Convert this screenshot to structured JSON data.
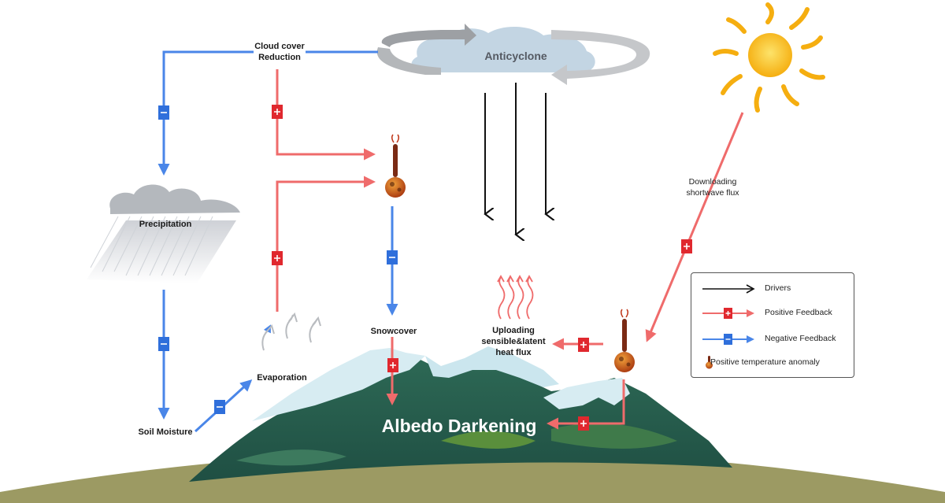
{
  "labels": {
    "cloud_cover_reduction": [
      "Cloud cover",
      "Reduction"
    ],
    "anticyclone": "Anticyclone",
    "precipitation": "Precipitation",
    "soil_moisture": "Soil Moisture",
    "evaporation": "Evaporation",
    "snowcover": "Snowcover",
    "uploading_flux": [
      "Uploading",
      "sensible&latent",
      "heat flux"
    ],
    "downloading_flux": [
      "Downloading",
      "shortwave flux"
    ],
    "albedo_darkening": "Albedo Darkening"
  },
  "legend": {
    "items": [
      {
        "symbol": "driver-arrow",
        "label": "Drivers"
      },
      {
        "symbol": "positive-feedback-arrow",
        "label": "Positive Feedback"
      },
      {
        "symbol": "negative-feedback-arrow",
        "label": "Negative Feedback"
      },
      {
        "symbol": "thermometer-icon",
        "label": "Positive temperature anomaly"
      }
    ]
  },
  "colors": {
    "positive": "#ef6b6b",
    "positive_box": "#e0282e",
    "negative": "#4a86e8",
    "negative_box": "#2f6fdb",
    "driver": "#111111",
    "ground": "#9c9a63",
    "sun": "#f7b21c"
  }
}
